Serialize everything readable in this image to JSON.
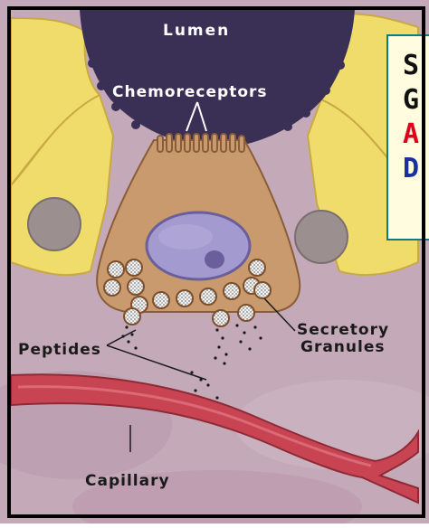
{
  "labels": {
    "lumen": "Lumen",
    "chemoreceptors": "Chemoreceptors",
    "peptides": "Peptides",
    "secretory_line1": "Secretory",
    "secretory_line2": "Granules",
    "capillary": "Capillary"
  },
  "title_box": {
    "letters": [
      "S",
      "G",
      "A",
      "D"
    ],
    "letter_colors": [
      "#111111",
      "#111111",
      "#e0001a",
      "#1a2fa0"
    ]
  },
  "colors": {
    "lumen": "#3a2f55",
    "epithelial_cell": "#f0dc6a",
    "neuroendocrine_cell": "#c99a6e",
    "nucleus": "#a39ad0",
    "capillary": "#c94452",
    "background": "#c4a9b8"
  }
}
